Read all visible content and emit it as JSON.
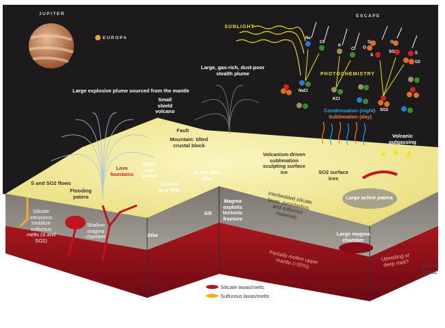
{
  "title_labels": {
    "jupiter": "JUPITER",
    "europa": "EUROPA",
    "escape": "ESCAPE",
    "sunlight": "SUNLIGHT",
    "photochemistry": "PHOTOCHEMISTRY",
    "not_to_scale": "NOT TO SCALE"
  },
  "molecules": [
    "Na",
    "Cl",
    "K",
    "Cl",
    "O",
    "O",
    "S",
    "O",
    "SO",
    "S",
    "O2",
    "NaCl",
    "KCl",
    "SO2"
  ],
  "labels": {
    "explosive_plume": "Large explosive plume sourced from the mantle",
    "stealth_plume": "Large, gas-rich, dust-poor stealth plume",
    "shield_volcano": "Small shield volcano",
    "fault": "Fault",
    "mountain": "Mountain: tilted crustal block",
    "condensation": "Condensation (night)",
    "sublimation": "Sublimation (day)",
    "volcanic_outgassing": "Volcanic outgassing",
    "volcanism_sublimation": "Volcanism-driven sublimation sculpting surface ice",
    "so2_ices": "SO2 surface ices",
    "lava_fountains": "Lava fountains",
    "dust_plume": "Dust-rich plume",
    "silicate_flow": "Silicate lava flow",
    "active_lake": "Active lava lake",
    "s_flows": "S and SO2 flows",
    "flooding_patera": "Flooding patera",
    "silicate_intrusions": "Silicate intrusions mobilize sulfurous melts (S and SO2)",
    "shallow_chamber": "Shallow magma chamber",
    "dike": "Dike",
    "sill": "Sill",
    "magma_fracture": "Magma exploits tectonic fracture",
    "interbedded": "Interbedded silicate lavas, pyroclastics, and sulfurous materials",
    "large_patera": "Large active patera",
    "large_chamber": "Large magma chamber",
    "partially_molten": "Partially molten upper mantle (>20%)",
    "upwelling": "Upwelling of deep melt?"
  },
  "legend": [
    {
      "label": "Silicate lavas/melts",
      "color": "#b8141e"
    },
    {
      "label": "Sulfurous lavas/melts",
      "color": "#f0b020"
    }
  ],
  "colors": {
    "space": "#1c1a1a",
    "surface": "#f3ec9c",
    "crust": "#8e8a86",
    "mantle": "#a8101c"
  }
}
